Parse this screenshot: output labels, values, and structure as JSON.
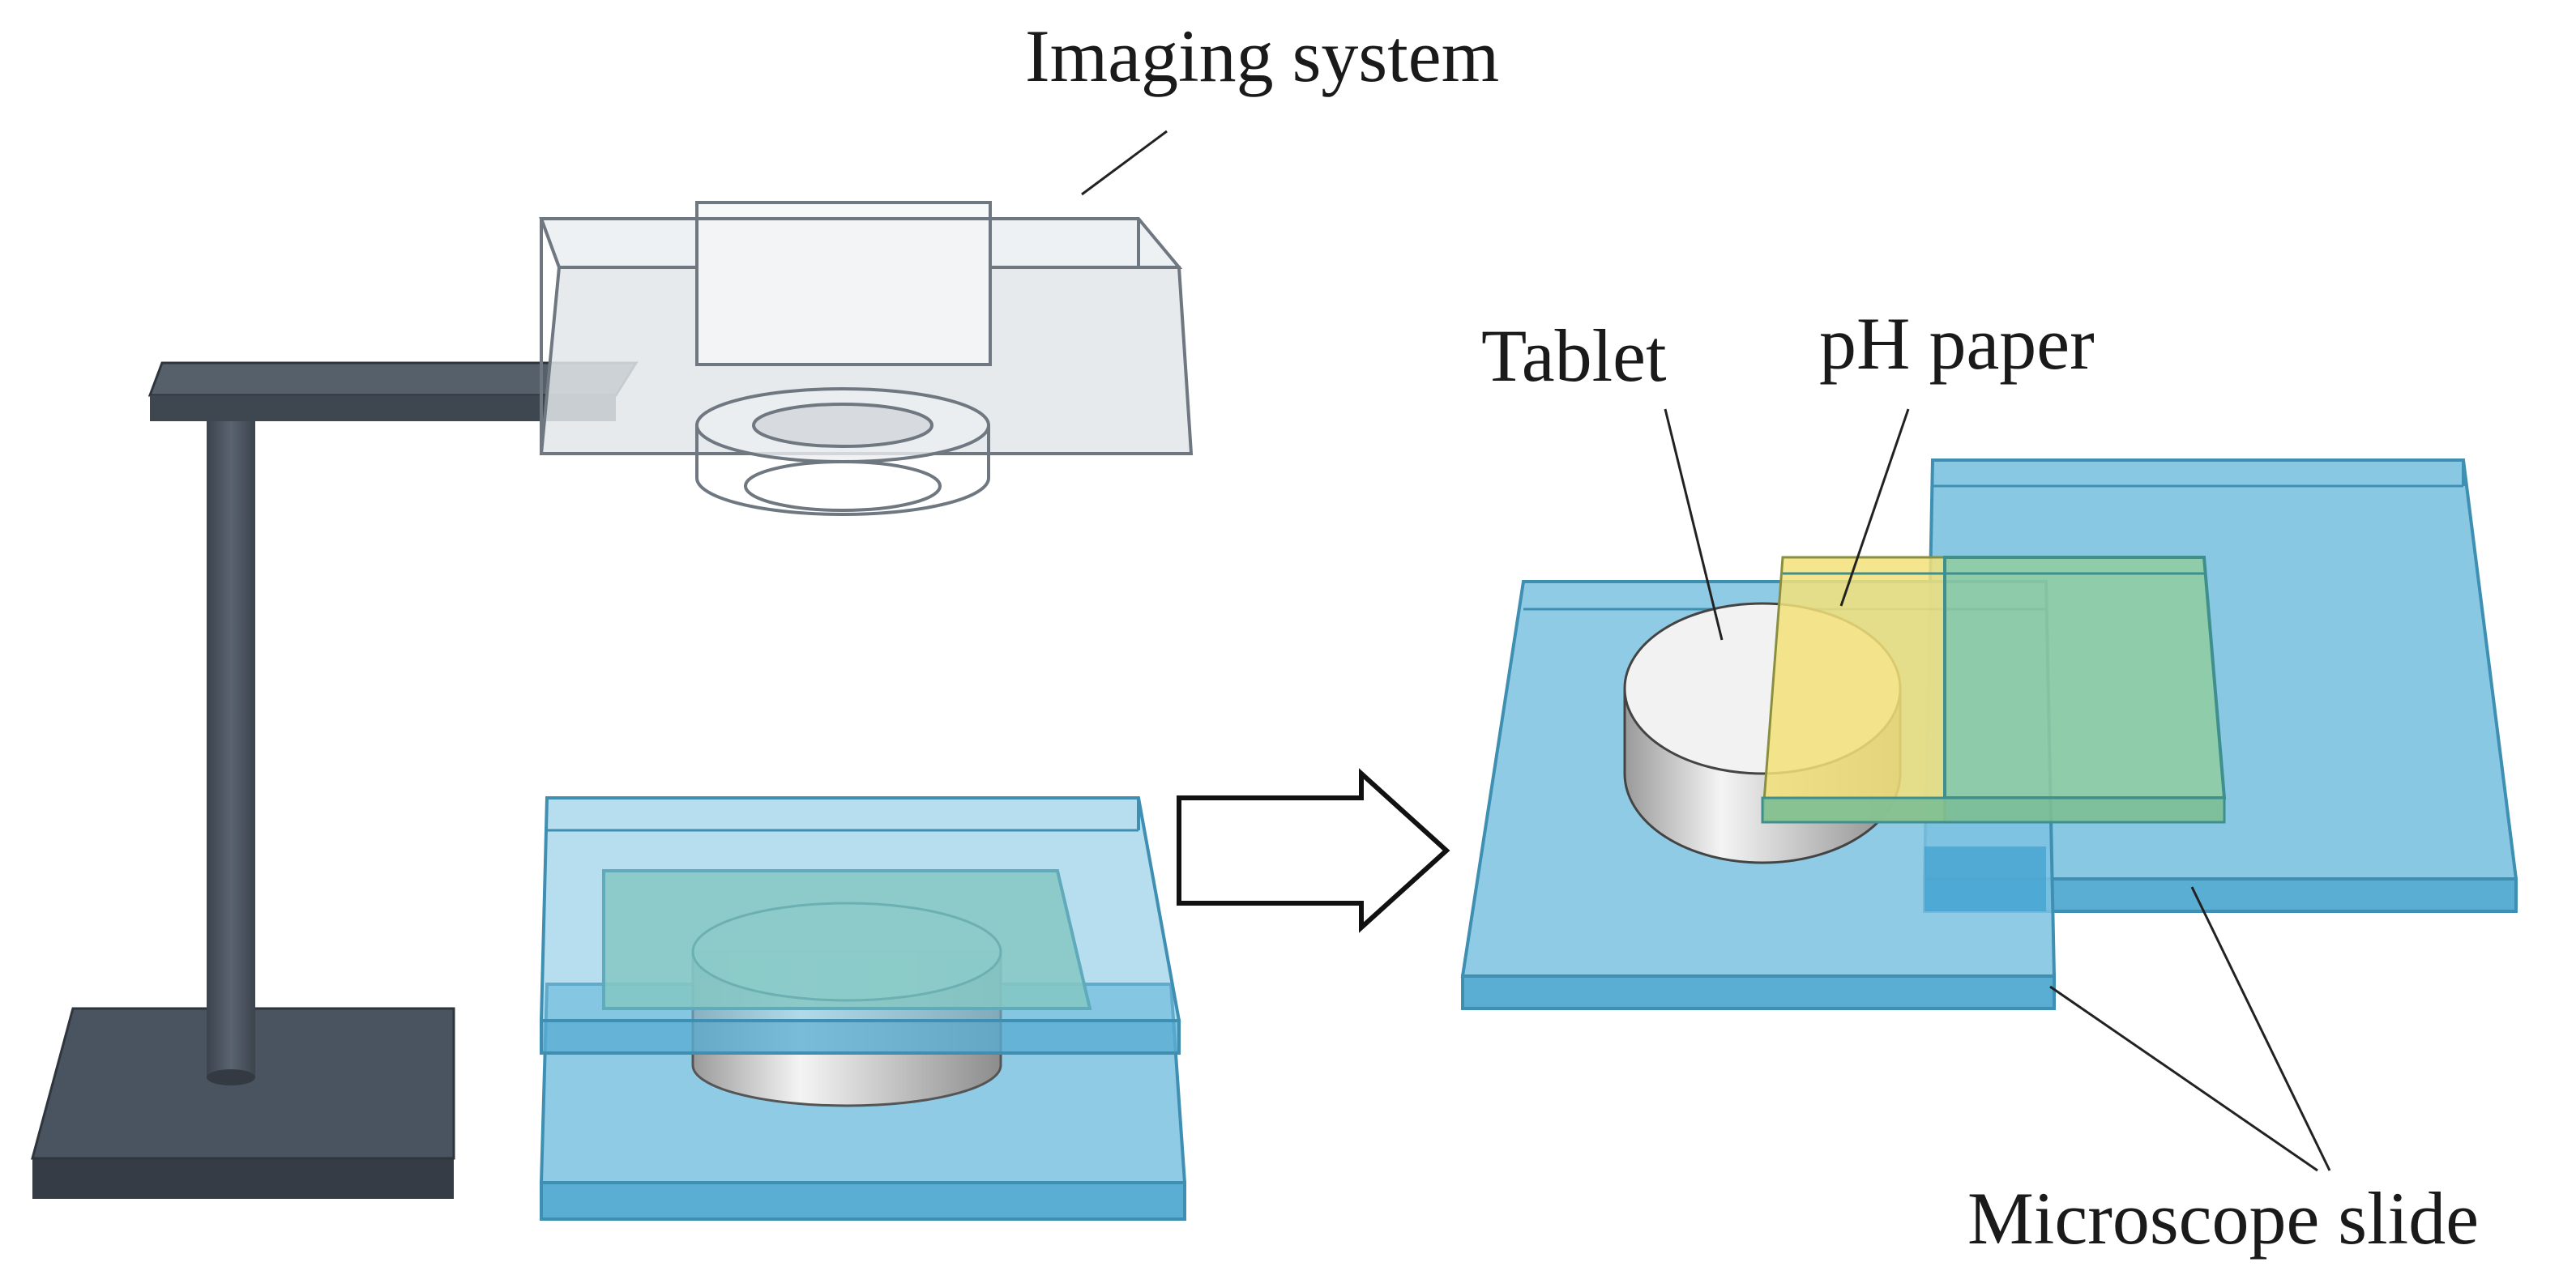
{
  "labels": {
    "imaging_system": "Imaging system",
    "tablet": "Tablet",
    "ph_paper": "pH paper",
    "microscope_slide": "Microscope slide"
  },
  "colors": {
    "slide_fill": "#7cc2e0",
    "slide_edge": "#3f8fb3",
    "ph_paper_fill": "#f3e27a",
    "ph_paper_on_slide": "#8fcda0",
    "stand": "#4a5360",
    "camera_fill": "#e2e6ea",
    "camera_edge": "#6f7780",
    "tablet_fill": "#f2f2f2"
  }
}
